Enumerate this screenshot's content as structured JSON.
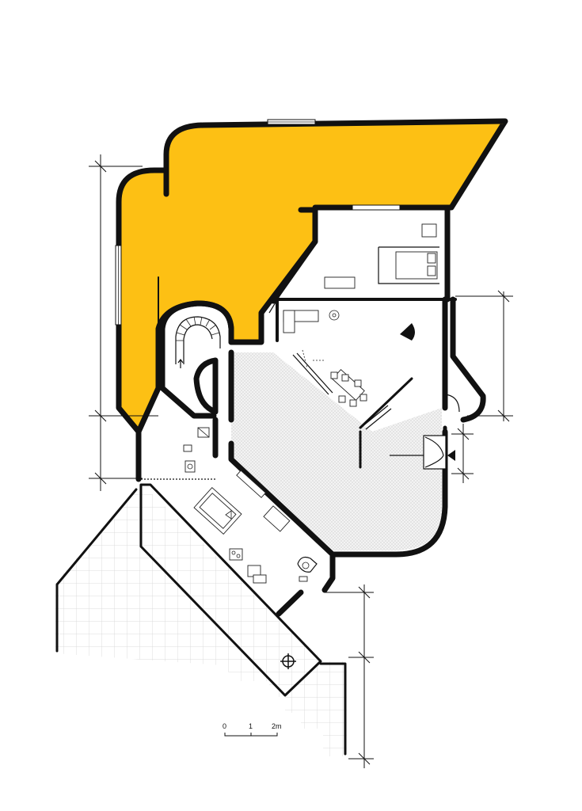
{
  "colors": {
    "accent": "#FDC014",
    "wall": "#111111",
    "floor_pattern": "#d9d9d9",
    "terrace_grid": "#d4d4d4",
    "background": "#ffffff"
  },
  "scale_bar": {
    "labels": [
      "0",
      "1",
      "2m"
    ]
  },
  "icons": [
    "stair-arrow-icon",
    "entrance-arrow-icon",
    "crosshair-icon"
  ]
}
